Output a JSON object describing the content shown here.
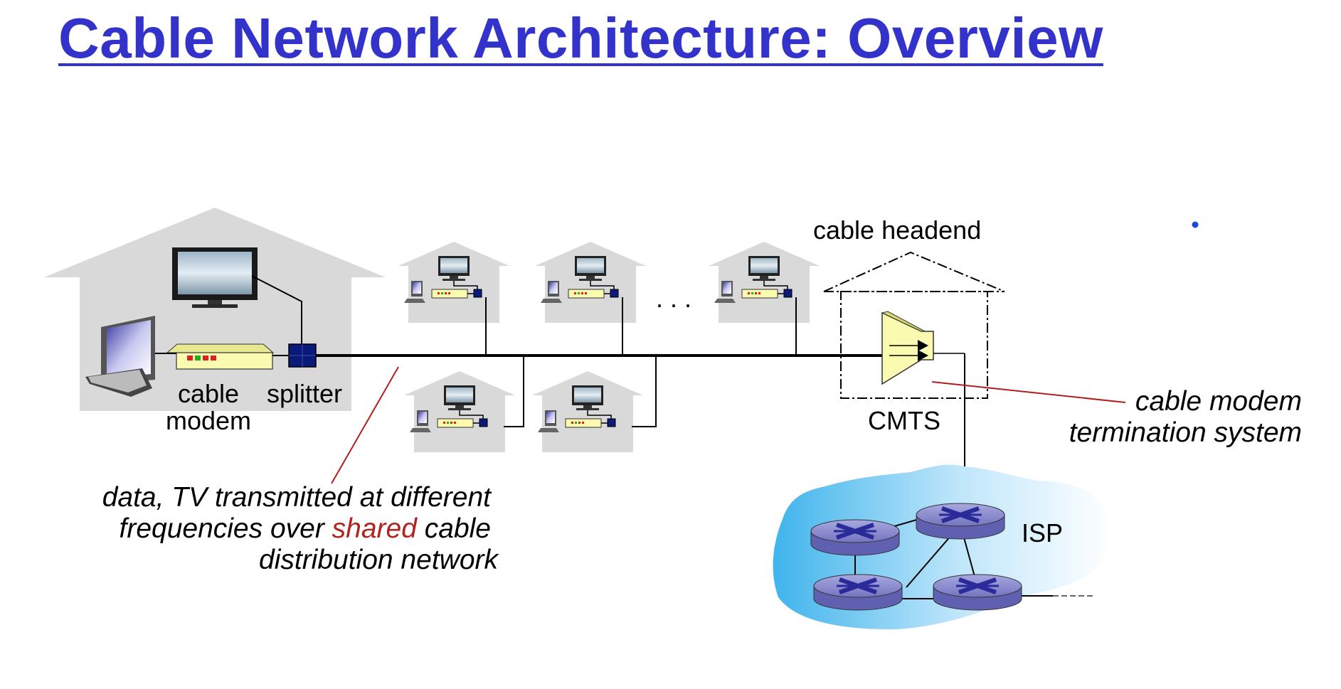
{
  "title": "Cable Network Architecture: Overview",
  "labels": {
    "cable_headend": "cable headend",
    "cable_modem_line1": "cable",
    "cable_modem_line2": "modem",
    "splitter": "splitter",
    "ellipsis": ". . .",
    "cmts": "CMTS",
    "cmts_desc_line1": "cable modem",
    "cmts_desc_line2": "termination system",
    "isp": "ISP",
    "shared_desc_line1": "data, TV transmitted at different",
    "shared_desc_line2_a": "frequencies over ",
    "shared_desc_line2_highlight": "shared",
    "shared_desc_line2_b": " cable",
    "shared_desc_line3": "distribution network"
  },
  "colors": {
    "title": "#3333cc",
    "highlight": "#b0231e",
    "house": "#d9d9d9",
    "modem": "#fafab0",
    "splitter": "#0a1a7a",
    "router": "#7f7fc8",
    "router_mark": "#2a2a9a",
    "isp_cloud": "#3fb4ec",
    "pointer": "#b01e1e"
  },
  "icons": [
    "house-icon",
    "tv-monitor-icon",
    "desktop-computer-icon",
    "cable-modem-icon",
    "splitter-icon",
    "cmts-icon",
    "router-icon",
    "isp-cloud-icon"
  ]
}
